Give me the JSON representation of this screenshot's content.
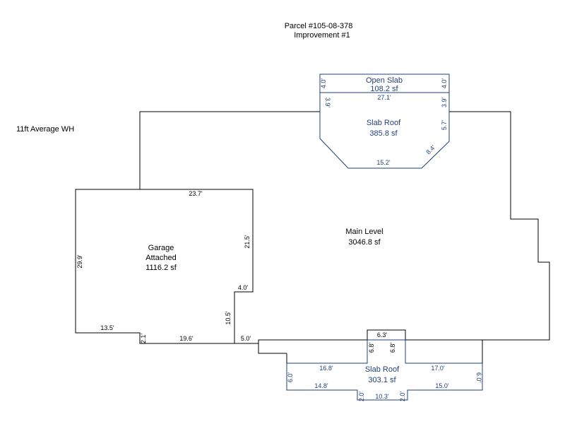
{
  "header": {
    "parcel": "Parcel #105-08-378",
    "improvement": "Improvement #1"
  },
  "side_note": "11ft Average WH",
  "areas": {
    "main_level": {
      "name": "Main Level",
      "area": "3046.8 sf"
    },
    "garage": {
      "name_line1": "Garage",
      "name_line2": "Attached",
      "area": "1116.2 sf"
    },
    "open_slab": {
      "name": "Open Slab",
      "area": "108.2 sf"
    },
    "slab_roof_top": {
      "name": "Slab Roof",
      "area": "385.8 sf"
    },
    "slab_roof_bottom": {
      "name": "Slab Roof",
      "area": "303.1 sf"
    }
  },
  "dimensions": {
    "open_slab_left": "4.0'",
    "open_slab_right": "4.0'",
    "open_slab_bottom": "27.1'",
    "slab_top_left": "3.9'",
    "slab_top_right": "3.9'",
    "slab_top_right_lower": "5.7'",
    "slab_top_diag": "8.4'",
    "slab_top_bottom": "15.2'",
    "garage_top": "23.7'",
    "garage_left": "29.9'",
    "garage_right": "21.5'",
    "garage_notch": "4.0'",
    "garage_bottom": "13.5'",
    "garage_step": "2.1'",
    "garage_bottom_mid": "19.6'",
    "garage_step_vert": "10.5'",
    "main_step": "5.0'",
    "bump_top": "6.3'",
    "bump_left": "6.8'",
    "bump_right": "6.8'",
    "bottom_left_top": "16.8'",
    "bottom_right_top": "17.0'",
    "bottom_left_vert": "6.0'",
    "bottom_right_vert": "6.0'",
    "bottom_left_low": "14.8'",
    "bottom_right_low": "15.0'",
    "bottom_tab_left": "2.0'",
    "bottom_tab_right": "2.0'",
    "bottom_tab_bottom": "10.3'"
  },
  "colors": {
    "outline": "#000000",
    "slab_outline": "#1f3f7a",
    "slab_text": "#1f3f7a"
  }
}
